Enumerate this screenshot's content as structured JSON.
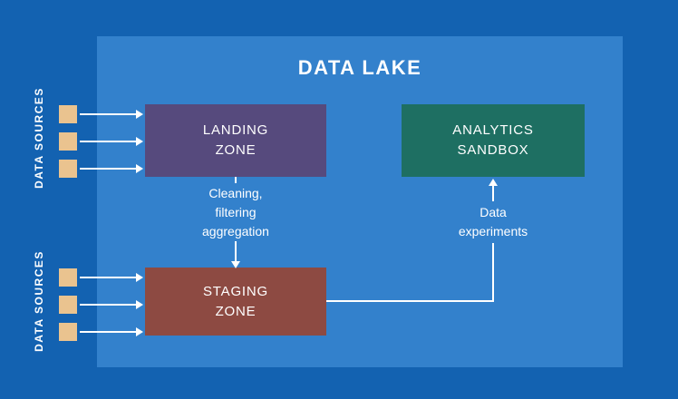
{
  "title": "DATA LAKE",
  "source_groups": [
    {
      "label": "DATA SOURCES"
    },
    {
      "label": "DATA SOURCES"
    }
  ],
  "zones": {
    "landing": {
      "label": "LANDING\nZONE",
      "color": "#564a7d"
    },
    "analytics": {
      "label": "ANALYTICS\nSANDBOX",
      "color": "#1e6f62"
    },
    "staging": {
      "label": "STAGING\nZONE",
      "color": "#8d4a42"
    }
  },
  "flows": {
    "landing_to_staging": "Cleaning,\nfiltering\naggregation",
    "staging_to_analytics": "Data\nexperiments"
  },
  "colors": {
    "outer_bg": "#1362b1",
    "panel_bg": "#3381cc",
    "source_square": "#eac38f",
    "arrow": "#ffffff",
    "text": "#ffffff"
  }
}
